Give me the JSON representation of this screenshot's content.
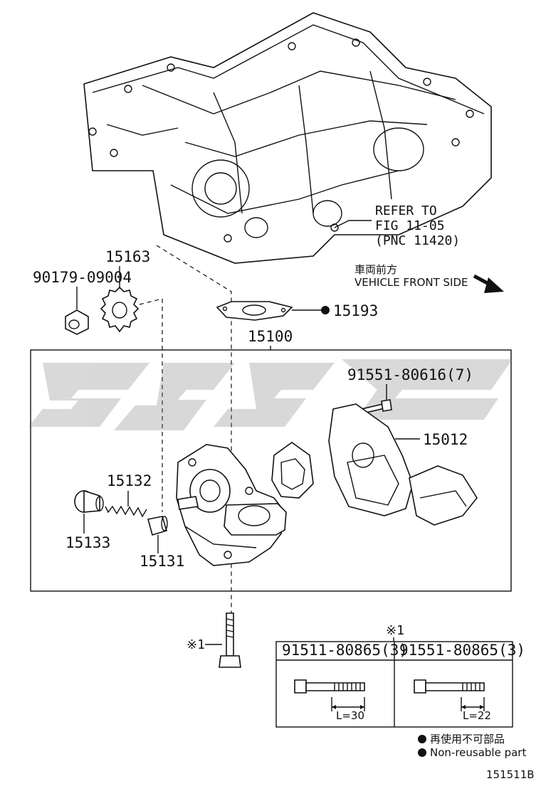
{
  "diagram_code": "151511B",
  "refer_note": {
    "line1": "REFER TO",
    "line2": "FIG 11-05",
    "line3": "(PNC 11420)"
  },
  "front_side": {
    "japanese": "車両前方",
    "english": "VEHICLE FRONT SIDE"
  },
  "parts": {
    "nut": "90179-09004",
    "sprocket": "15163",
    "gasket": "15193",
    "pump_assembly": "15100",
    "screw_set": "91551-80616(7)",
    "strainer": "15012",
    "spring": "15132",
    "plug": "15133",
    "valve": "15131"
  },
  "bolt_callout": {
    "marker": "※1",
    "marker_table": "※1",
    "col1_part": "91511-80865(3)",
    "col1_length": "L=30",
    "col2_part": "91551-80865(3)",
    "col2_length": "L=22"
  },
  "legend": {
    "japanese": "再使用不可部品",
    "english": "Non-reusable part"
  }
}
